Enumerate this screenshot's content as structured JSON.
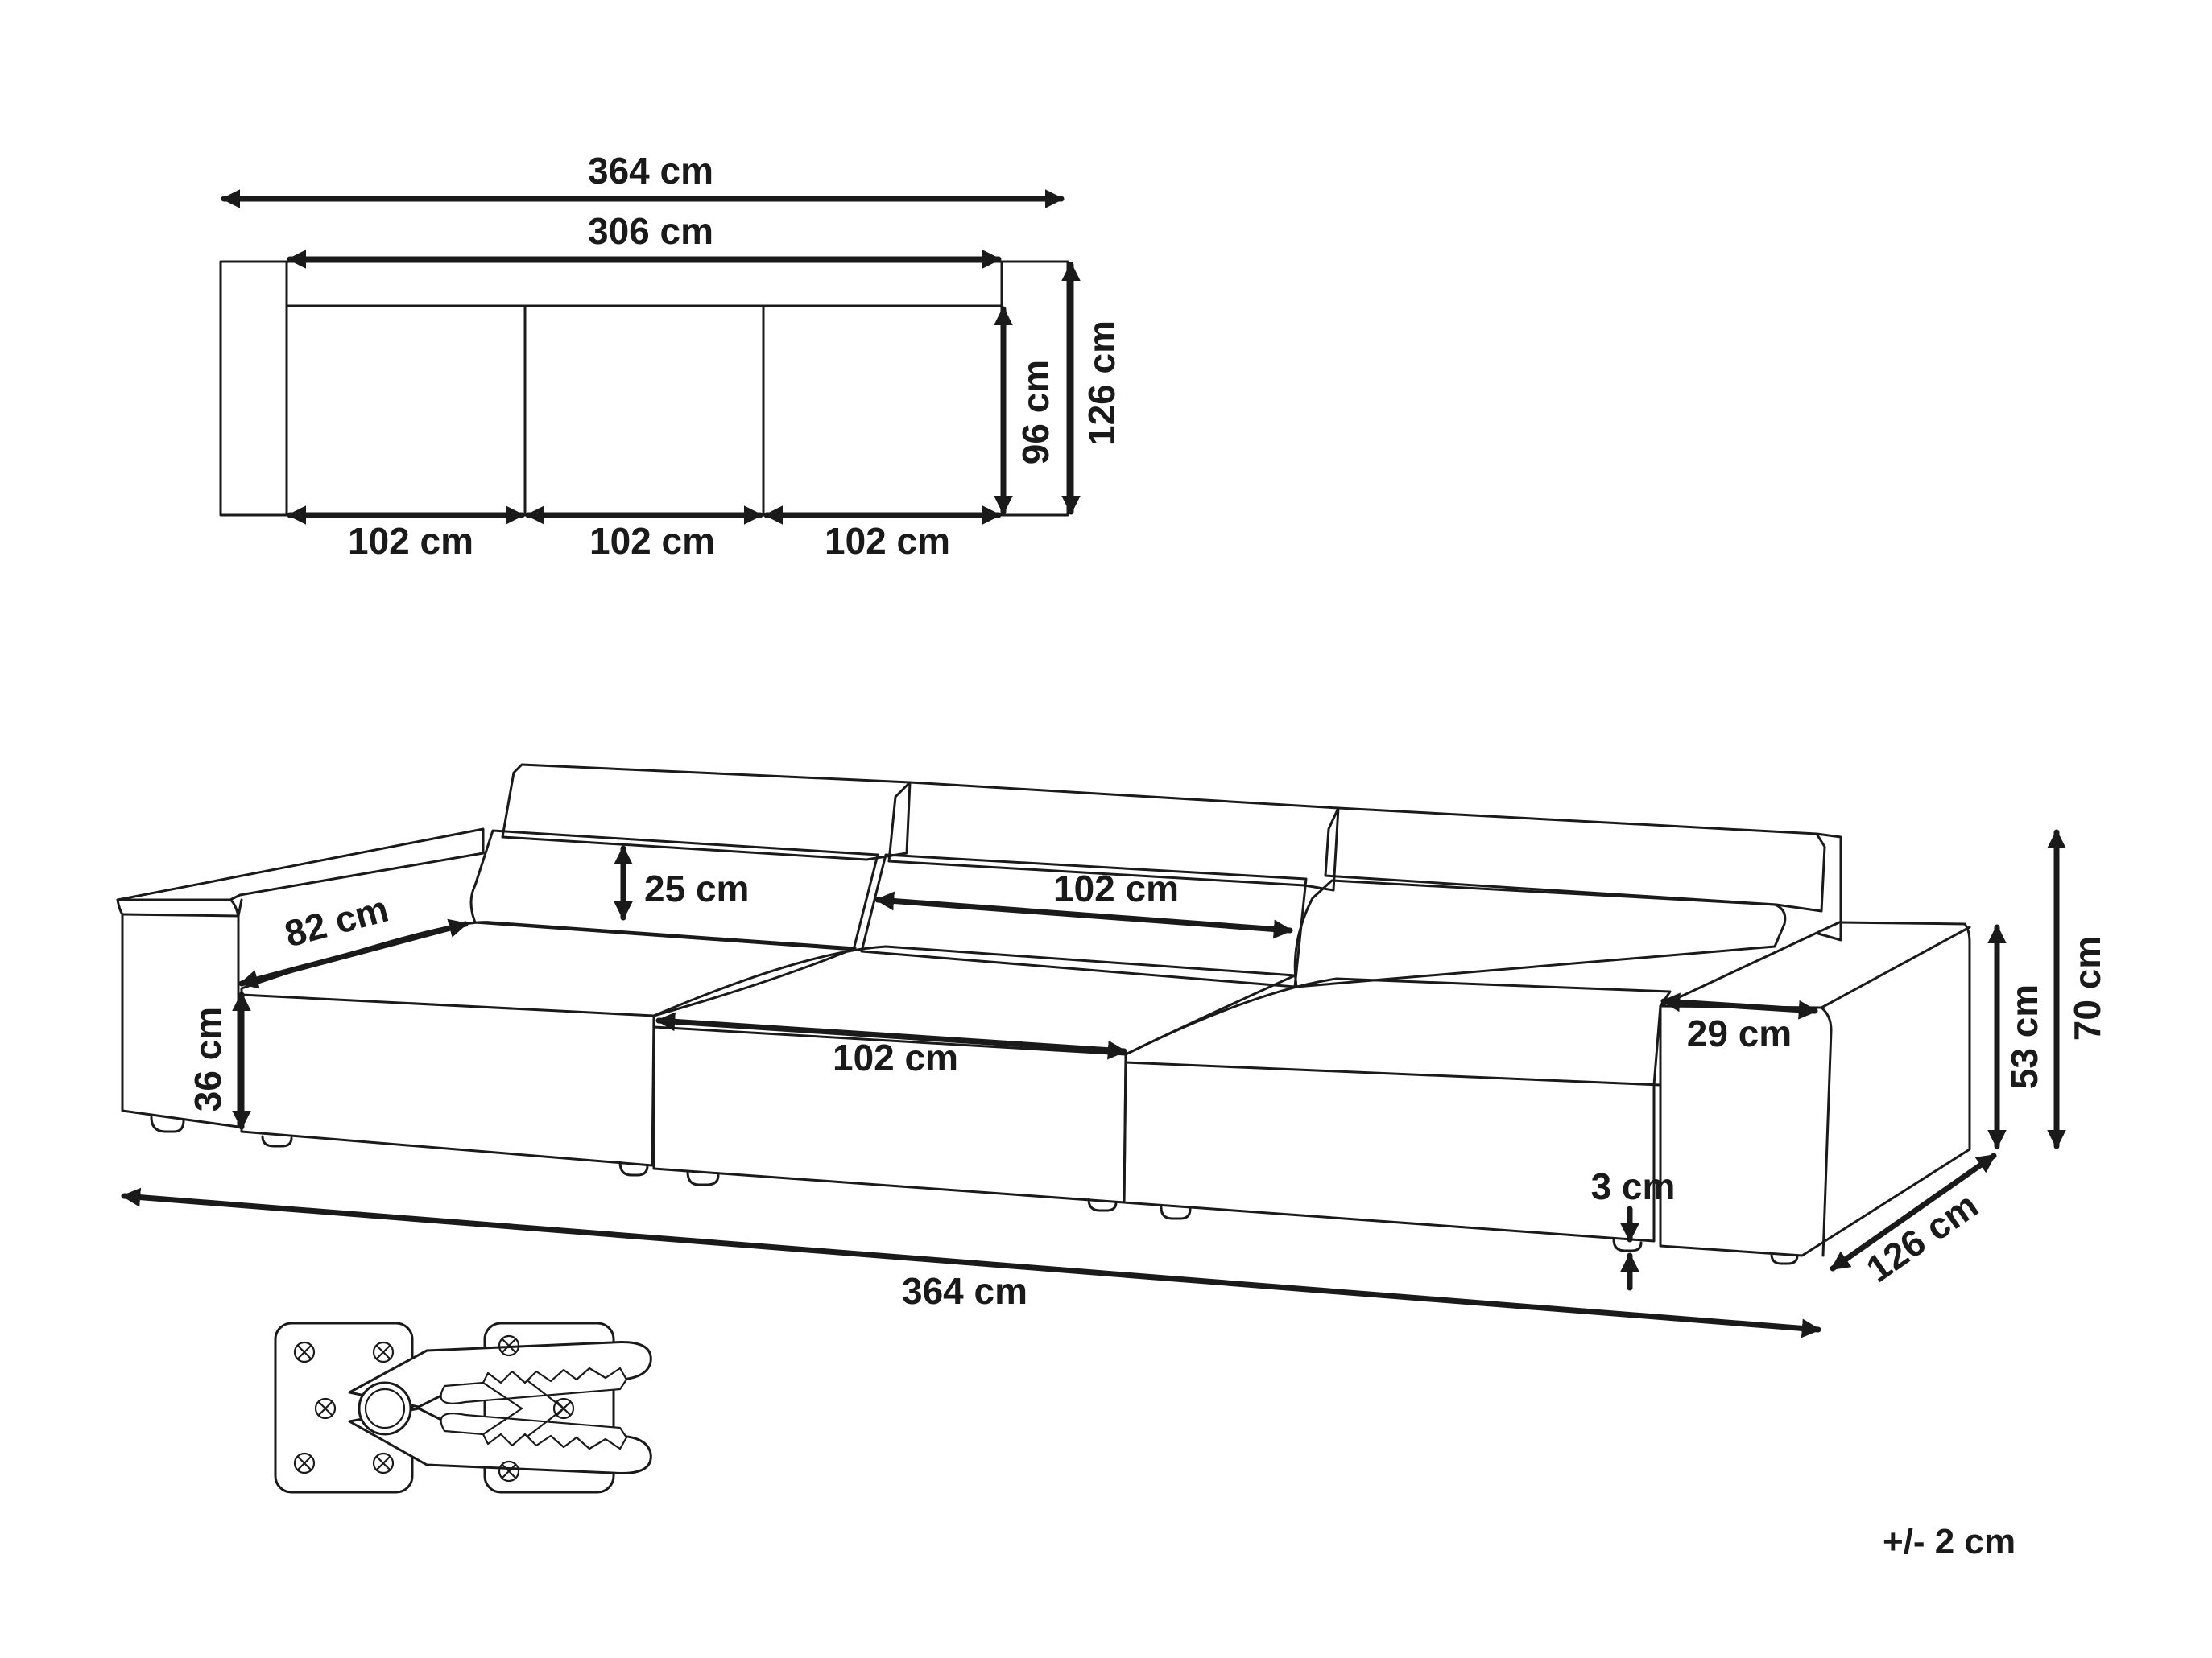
{
  "colors": {
    "line": "#1a1a1a",
    "background": "#ffffff"
  },
  "top_view": {
    "overall_width": "364 cm",
    "seat_width": "306 cm",
    "module_1": "102 cm",
    "module_2": "102 cm",
    "module_3": "102 cm",
    "seat_depth": "96 cm",
    "overall_depth": "126 cm"
  },
  "perspective_view": {
    "backrest_height": "25 cm",
    "seat_depth": "82 cm",
    "backrest_width": "102 cm",
    "seat_width": "102 cm",
    "seat_height": "36 cm",
    "armrest_width": "29 cm",
    "armrest_height": "53 cm",
    "overall_height": "70 cm",
    "leg_height": "3 cm",
    "overall_depth": "126 cm",
    "overall_width": "364 cm"
  },
  "connector": {
    "icon": "connector-bracket-icon"
  },
  "tolerance": "+/- 2 cm"
}
